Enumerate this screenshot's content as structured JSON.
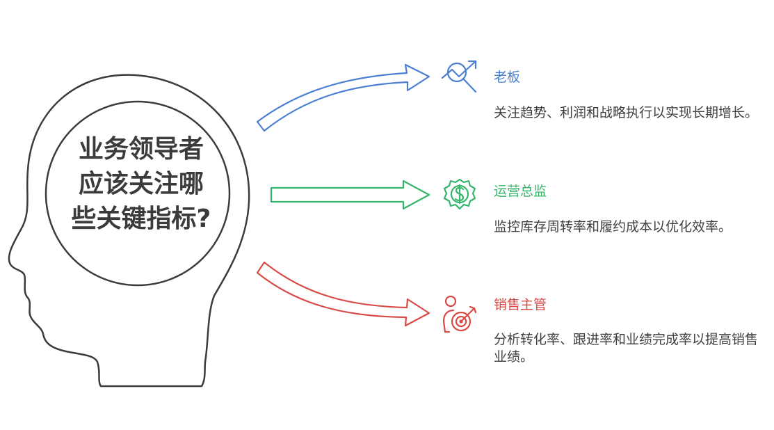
{
  "center": {
    "question": "业务领导者应该关注哪些关键指标?"
  },
  "colors": {
    "outline": "#3b3b3b",
    "boss": "#4a7fd4",
    "ops": "#34b46a",
    "sales": "#d94a45"
  },
  "branches": [
    {
      "title": "老板",
      "description": "关注趋势、利润和战略执行以实现长期增长。",
      "icon": "trend-magnifier-icon"
    },
    {
      "title": "运营总监",
      "description": "监控库存周转率和履约成本以优化效率。",
      "icon": "dollar-gear-icon"
    },
    {
      "title": "销售主管",
      "description": "分析转化率、跟进率和业绩完成率以提高销售业绩。",
      "icon": "person-target-icon"
    }
  ]
}
